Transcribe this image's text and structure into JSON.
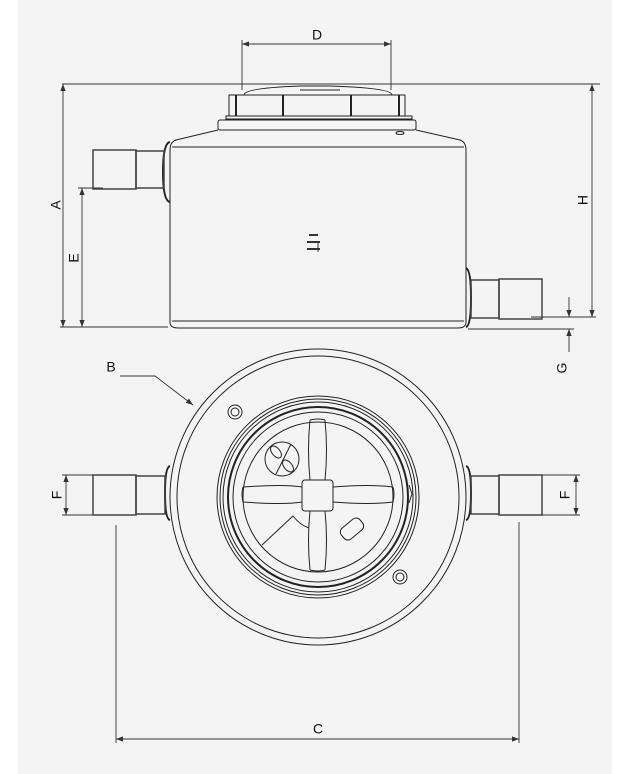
{
  "drawing": {
    "dimension_labels": {
      "A": "A",
      "B": "B",
      "C": "C",
      "D": "D",
      "E": "E",
      "F": "F",
      "G": "G",
      "H": "H"
    },
    "colors": {
      "background": "#f4f4f4",
      "line": "#222222"
    }
  }
}
